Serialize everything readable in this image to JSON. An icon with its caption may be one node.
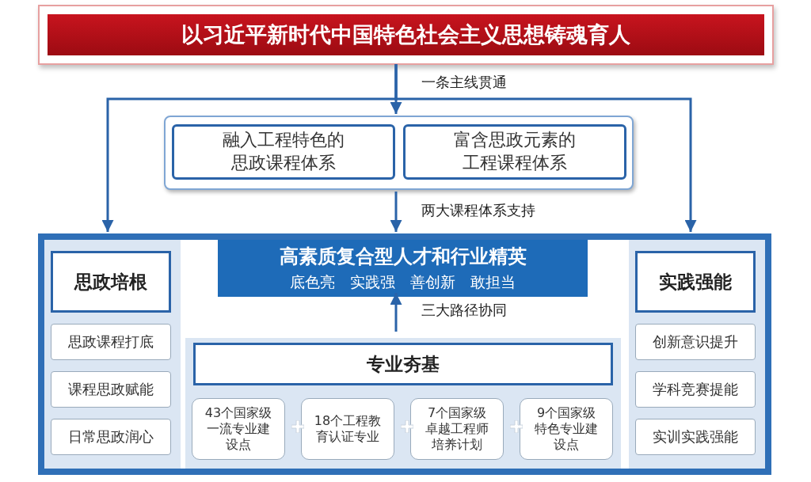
{
  "diagram": {
    "nodes": [
      {
        "text": [
          "以习近平新时代中国特色社会主义思想铸魂育人"
        ]
      },
      {
        "text": [],
        "shape": "box"
      },
      {
        "text": [
          "融入工程特色的思政课程体系"
        ],
        "in": 1
      },
      {
        "text": [
          "富含思政元素的工程课程体系"
        ],
        "in": 1
      },
      {
        "text": [],
        "shape": "box"
      },
      {
        "text": [],
        "shape": "box",
        "in": 4
      },
      {
        "text": [
          "思政培根"
        ],
        "in": 5
      },
      {
        "text": [
          "思政课程打底"
        ],
        "in": 5
      },
      {
        "text": [
          "课程思政赋能"
        ],
        "in": 5
      },
      {
        "text": [
          "日常思政润心"
        ],
        "in": 5
      },
      {
        "text": [
          "高素质复合型人才和行业精英",
          "底色亮　实践强　善创新　敢担当"
        ],
        "in": 4
      },
      {
        "text": [],
        "shape": "box",
        "in": 4
      },
      {
        "text": [
          "专业夯基"
        ],
        "in": 11
      },
      {
        "text": [
          "43个国家级一流专业建设点"
        ],
        "in": 11
      },
      {
        "text": [
          "18个工程教育认证专业"
        ],
        "in": 11
      },
      {
        "text": [
          "7个国家级卓越工程师培养计划"
        ],
        "in": 11
      },
      {
        "text": [
          "9个国家级特色专业建设点"
        ],
        "in": 11
      },
      {
        "text": [],
        "shape": "box",
        "in": 4
      },
      {
        "text": [
          "实践强能"
        ],
        "in": 17
      },
      {
        "text": [
          "创新意识提升"
        ],
        "in": 17
      },
      {
        "text": [
          "学科竞赛提能"
        ],
        "in": 17
      },
      {
        "text": [
          "实训实践强能"
        ],
        "in": 17
      }
    ],
    "edges": [
      {
        "from": 0,
        "to": 1,
        "arrow": "to",
        "label": "一条主线贯通"
      },
      {
        "from": 0,
        "to": 5,
        "arrow": "to"
      },
      {
        "from": 0,
        "to": 17,
        "arrow": "to"
      },
      {
        "from": 1,
        "to": 10,
        "arrow": "to",
        "label": "两大课程体系支持"
      },
      {
        "from": 11,
        "to": 10,
        "arrow": "to",
        "label": "三大路径协同"
      }
    ]
  }
}
